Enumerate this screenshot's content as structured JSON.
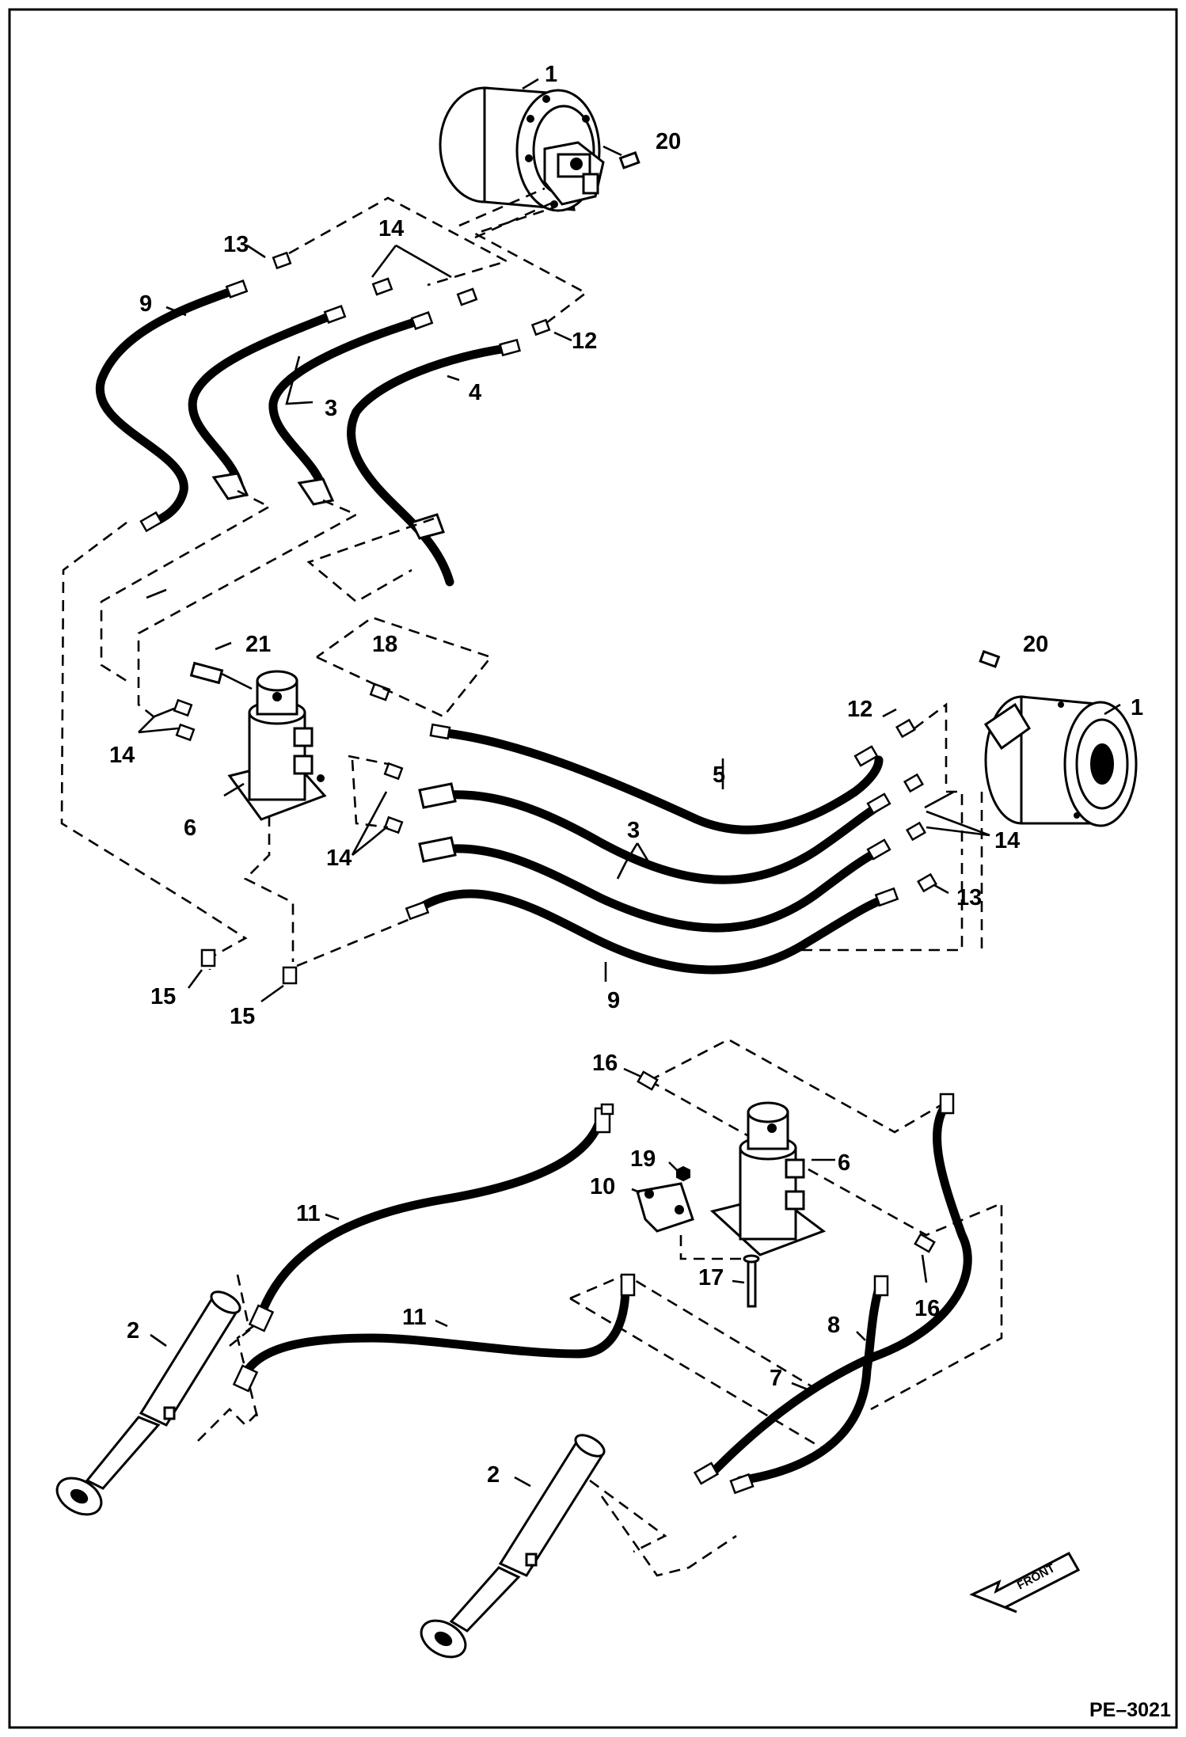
{
  "figure": {
    "reference": "PE–3021",
    "direction_label": "FRONT"
  },
  "callouts": {
    "c1a": "1",
    "c1b": "1",
    "c2a": "2",
    "c2b": "2",
    "c3a": "3",
    "c3b": "3",
    "c4": "4",
    "c5": "5",
    "c6a": "6",
    "c6b": "6",
    "c7": "7",
    "c8": "8",
    "c9a": "9",
    "c9b": "9",
    "c10": "10",
    "c11a": "11",
    "c11b": "11",
    "c12a": "12",
    "c12b": "12",
    "c13a": "13",
    "c13b": "13",
    "c14a": "14",
    "c14b": "14",
    "c14c": "14",
    "c14d": "14",
    "c15a": "15",
    "c15b": "15",
    "c16a": "16",
    "c16b": "16",
    "c17": "17",
    "c18": "18",
    "c19": "19",
    "c20a": "20",
    "c20b": "20",
    "c21": "21"
  }
}
